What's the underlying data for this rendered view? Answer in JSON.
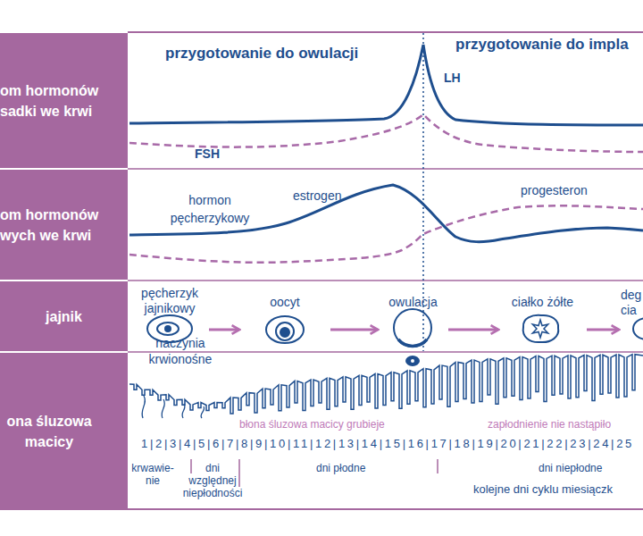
{
  "diagram": {
    "nodes": [
      {
        "text": [
          "om hormonów sadki we krwi"
        ]
      },
      {
        "text": [
          "om hormonów wych we krwi"
        ]
      },
      {
        "text": [
          "jajnik"
        ]
      },
      {
        "text": [
          "ona śluzowa macicy"
        ]
      },
      {
        "text": [
          "pęcherzyk jajnikowy"
        ]
      },
      {
        "text": [
          "oocyt"
        ]
      },
      {
        "text": [
          "owulacja"
        ]
      },
      {
        "text": [
          "ciałko żółte"
        ]
      },
      {
        "text": [
          "deg cia"
        ]
      }
    ],
    "edges": [
      {
        "from": 4,
        "to": 5,
        "arrow": "to"
      },
      {
        "from": 5,
        "to": 6,
        "arrow": "to"
      },
      {
        "from": 6,
        "to": 7,
        "arrow": "to"
      },
      {
        "from": 7,
        "to": 8,
        "arrow": "to"
      }
    ],
    "labels": [
      "przygotowanie do owulacji",
      "przygotowanie do impla",
      "LH",
      "FSH",
      "hormon pęcherzykowy",
      "estrogen",
      "progesteron",
      "naczynia krwionośne",
      "błona śluzowa macicy grubieje",
      "zapłodnienie nie nastąpiło",
      "1|2|3|4|5|6|7|8|9|10|11|12|13|14|15|16|17|18|19|20|21|22|23|24|25",
      "krwawie- nie",
      "dni względnej niepłodności",
      "dni płodne",
      "dni niepłodne",
      "kolejne dni cyklu miesiączk"
    ]
  }
}
